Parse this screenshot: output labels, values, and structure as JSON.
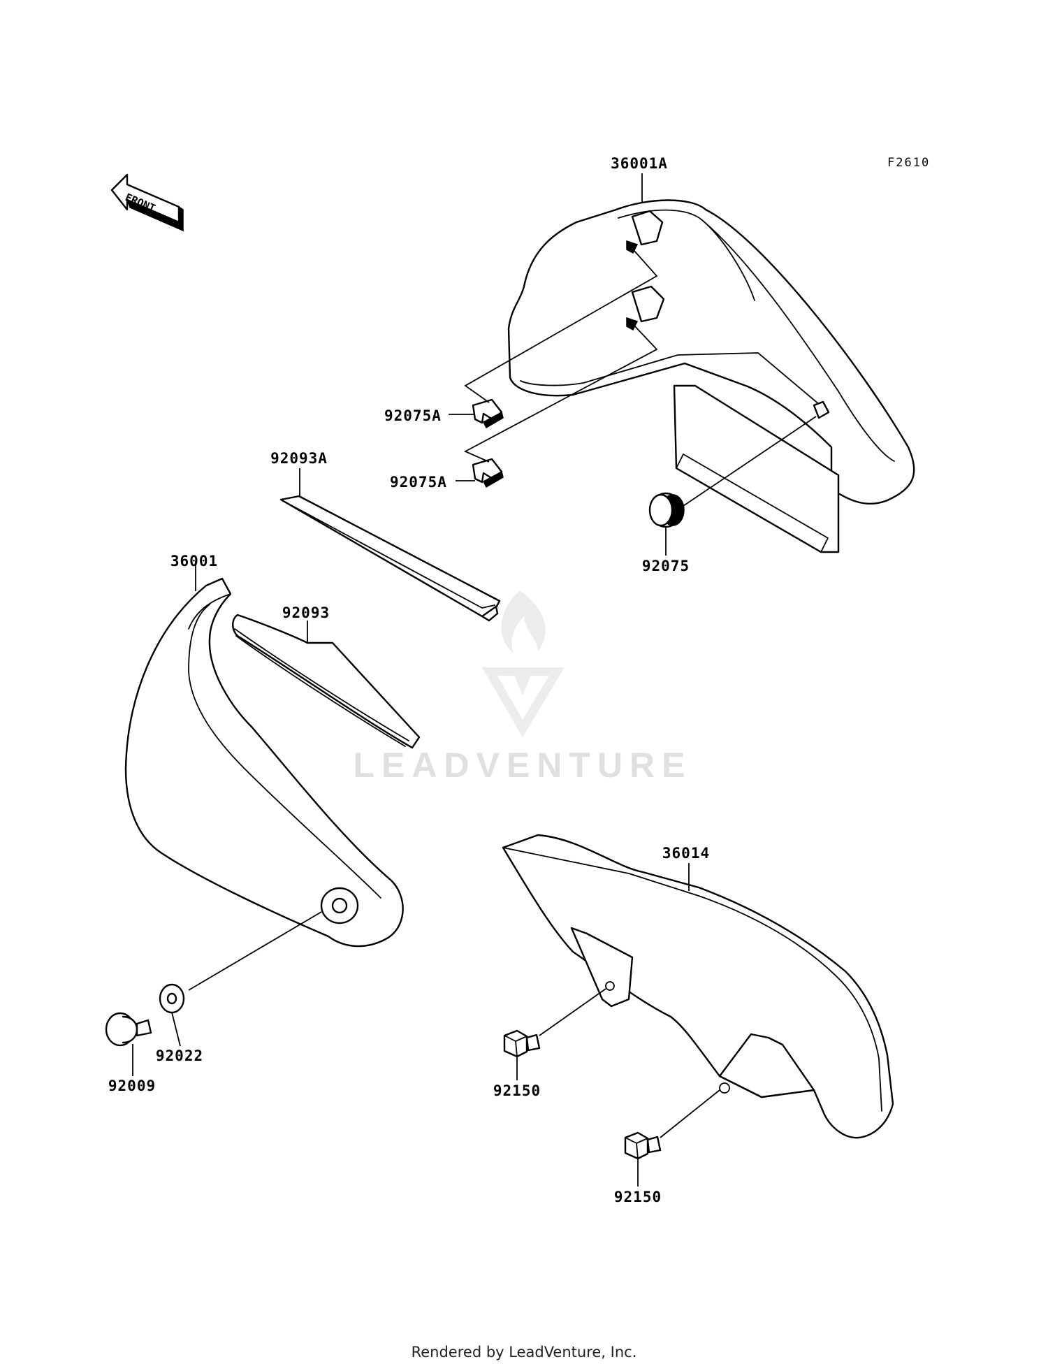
{
  "diagram": {
    "figure_code": "F2610",
    "orientation": {
      "label": "FRONT"
    },
    "callouts": [
      {
        "id": "36001A",
        "label": "36001A"
      },
      {
        "id": "92075A-upper",
        "label": "92075A"
      },
      {
        "id": "92075A-lower",
        "label": "92075A"
      },
      {
        "id": "92093A",
        "label": "92093A"
      },
      {
        "id": "92075",
        "label": "92075"
      },
      {
        "id": "36001",
        "label": "36001"
      },
      {
        "id": "92093",
        "label": "92093"
      },
      {
        "id": "36014",
        "label": "36014"
      },
      {
        "id": "92022",
        "label": "92022"
      },
      {
        "id": "92009",
        "label": "92009"
      },
      {
        "id": "92150-upper",
        "label": "92150"
      },
      {
        "id": "92150-lower",
        "label": "92150"
      }
    ]
  },
  "watermark": {
    "text": "LEADVENTURE"
  },
  "footer": {
    "text": "Rendered by LeadVenture, Inc."
  },
  "colors": {
    "line": "#000000",
    "background": "#ffffff",
    "watermark": "#e0e0e0"
  }
}
